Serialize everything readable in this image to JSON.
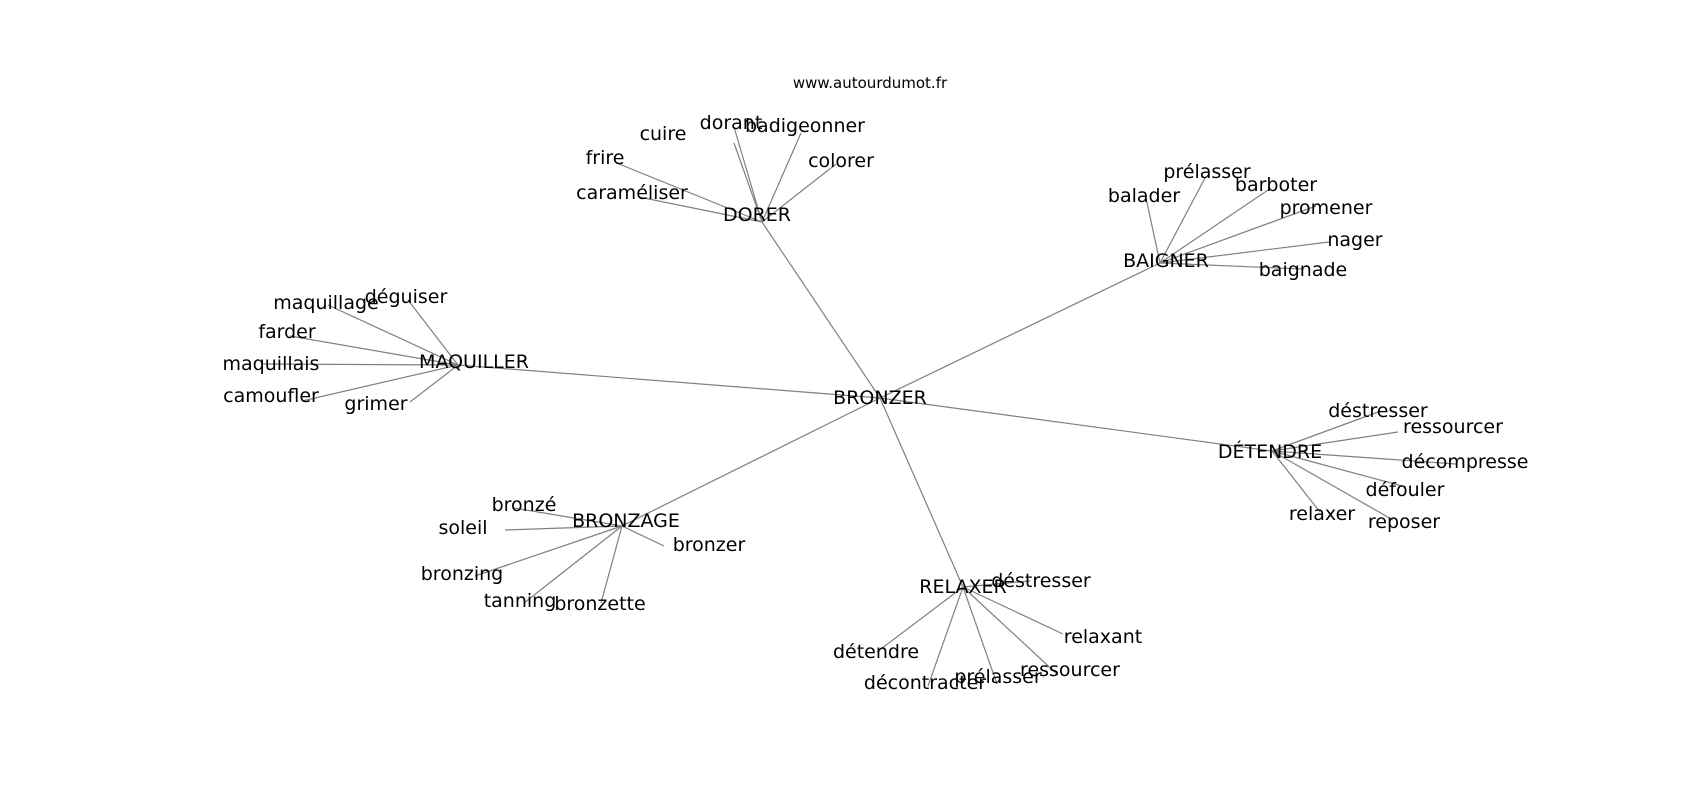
{
  "credit": "www.autourdumot.fr",
  "center": "BRONZER",
  "colors": {
    "edge": "#808080",
    "text": "#000000",
    "background": "#ffffff"
  },
  "clusters": [
    {
      "label": "DORER",
      "words": [
        "colorer",
        "badigeonner",
        "dorant",
        "cuire",
        "frire",
        "caraméliser"
      ]
    },
    {
      "label": "BAIGNER",
      "words": [
        "prélasser",
        "barboter",
        "promener",
        "nager",
        "baignade",
        "balader"
      ]
    },
    {
      "label": "MAQUILLER",
      "words": [
        "déguiser",
        "maquillage",
        "farder",
        "maquillais",
        "camoufler",
        "grimer"
      ]
    },
    {
      "label": "DÉTENDRE",
      "words": [
        "déstresser",
        "ressourcer",
        "décompresse",
        "défouler",
        "reposer",
        "relaxer"
      ]
    },
    {
      "label": "BRONZAGE",
      "words": [
        "bronzé",
        "soleil",
        "bronzing",
        "tanning",
        "bronzette",
        "bronzer"
      ]
    },
    {
      "label": "RELAXER",
      "words": [
        "déstresser",
        "relaxant",
        "ressourcer",
        "prélasser",
        "décontracter",
        "détendre"
      ]
    }
  ]
}
